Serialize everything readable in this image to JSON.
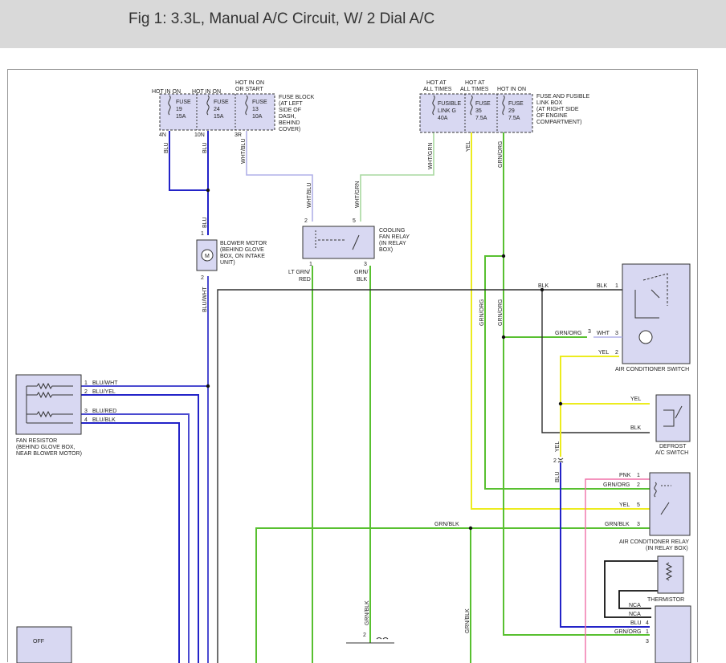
{
  "title": "Fig 1: 3.3L, Manual A/C Circuit, W/ 2 Dial A/C",
  "colors": {
    "blu": "#2323c8",
    "bluwht": "#4b4bd0",
    "wht": "#b0b0e8",
    "whtgrn": "#a8d8a0",
    "grn": "#58c030",
    "yel": "#ecec1e",
    "blk": "#303030",
    "pnk": "#f070a8",
    "box_fill": "#d8d8f2"
  },
  "fuse_block": {
    "hot1": "HOT IN ON",
    "hot2": "HOT IN ON",
    "hot3a": "HOT IN ON",
    "hot3b": "OR START",
    "f1": [
      "FUSE",
      "19",
      "15A"
    ],
    "f2": [
      "FUSE",
      "24",
      "15A"
    ],
    "f3": [
      "FUSE",
      "13",
      "10A"
    ],
    "label": [
      "FUSE BLOCK",
      "(AT LEFT",
      "SIDE OF",
      "DASH,",
      "BEHIND",
      "COVER)"
    ],
    "pin1": "4N",
    "pin2": "10N",
    "pin3": "3R",
    "wire1": "BLU",
    "wire2": "BLU",
    "wire3": "WHT/BLU"
  },
  "link_box": {
    "hot1a": "HOT AT",
    "hot1b": "ALL TIMES",
    "hot2a": "HOT AT",
    "hot2b": "ALL TIMES",
    "hot3": "HOT IN ON",
    "f1": [
      "FUSIBLE",
      "LINK G",
      "40A"
    ],
    "f2": [
      "FUSE",
      "35",
      "7.5A"
    ],
    "f3": [
      "FUSE",
      "29",
      "7.5A"
    ],
    "label": [
      "FUSE AND FUSIBLE",
      "LINK BOX",
      "(AT RIGHT SIDE",
      "OF ENGINE",
      "COMPARTMENT)"
    ],
    "wire1": "WHT/GRN",
    "wire2": "YEL",
    "wire3": "GRN/ORG"
  },
  "blower": {
    "wire_in": "BLU",
    "pin_top": "1",
    "pin_bot": "2",
    "symbol": "M",
    "label": [
      "BLOWER MOTOR",
      "(BEHIND GLOVE",
      "BOX, ON INTAKE",
      "UNIT)"
    ],
    "wire_out": "BLU/WHT"
  },
  "cooling_relay": {
    "wire_in1": "WHT/BLU",
    "wire_in2": "WHT/GRN",
    "pin2": "2",
    "pin5": "5",
    "pin1": "1",
    "pin3": "3",
    "label": [
      "COOLING",
      "FAN RELAY",
      "(IN RELAY",
      "BOX)"
    ],
    "out1a": "LT GRN/",
    "out1b": "RED",
    "out2a": "GRN/",
    "out2b": "BLK"
  },
  "fan_resistor": {
    "wires": [
      {
        "pin": "1",
        "label": "BLU/WHT"
      },
      {
        "pin": "2",
        "label": "BLU/YEL"
      },
      {
        "pin": "3",
        "label": "BLU/RED"
      },
      {
        "pin": "4",
        "label": "BLU/BLK"
      }
    ],
    "label": [
      "FAN RESISTOR",
      "(BEHIND GLOVE BOX,",
      "NEAR BLOWER MOTOR)"
    ]
  },
  "ac_switch": {
    "blk_wire": "BLK",
    "blk_wire2": "BLK",
    "pin1": "1",
    "grnorg": "GRN/ORG",
    "pin3a": "3",
    "wht": "WHT",
    "pin3b": "3",
    "yel": "YEL",
    "pin2": "2",
    "label": "AIR CONDITIONER SWITCH"
  },
  "defrost": {
    "yel": "YEL",
    "blk": "BLK",
    "label": [
      "DEFROST",
      "A/C SWITCH"
    ]
  },
  "ac_relay": {
    "vert_grnorg1": "GRN/ORG",
    "vert_grnorg2": "GRN/ORG",
    "pins": [
      {
        "wire": "PNK",
        "pin": "1"
      },
      {
        "wire": "GRN/ORG",
        "pin": "2"
      },
      {
        "wire": "YEL",
        "pin": "5"
      },
      {
        "wire": "GRN/BLK",
        "pin": "3"
      }
    ],
    "grnblk_mid": "GRN/BLK",
    "label": [
      "AIR CONDITIONER RELAY",
      "(IN RELAY BOX)"
    ]
  },
  "thermistor": {
    "label": "THERMISTOR",
    "nca1": "NCA",
    "nca2": "NCA",
    "blu": "BLU",
    "pin4": "4",
    "grnorg": "GRN/ORG",
    "pin1": "1",
    "pin3": "3"
  },
  "misc": {
    "yel_vert": "YEL",
    "pin2": "2",
    "blu_vert": "BLU",
    "grnblk_vert1": "GRN/BLK",
    "grnblk_vert2": "GRN/BLK",
    "pin2b": "2",
    "off": "OFF"
  }
}
